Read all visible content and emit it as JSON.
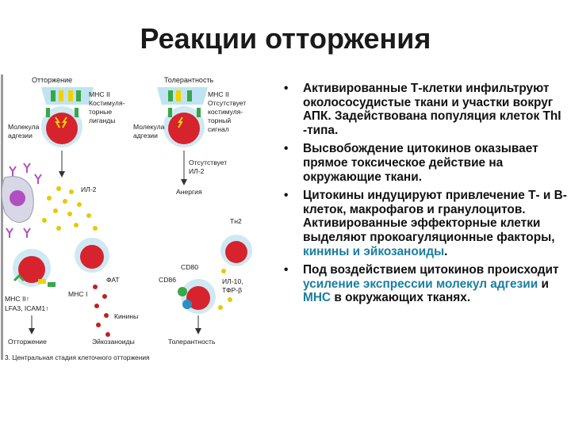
{
  "slide": {
    "title": "Реакции отторжения"
  },
  "figure": {
    "header_left": "Отторжение",
    "header_right": "Толерантность",
    "mhc_left": "МНС II",
    "costim_left_1": "Костимуля-",
    "costim_left_2": "торные",
    "costim_left_3": "лиганды",
    "adhesion_left_1": "Молекула",
    "adhesion_left_2": "адгезии",
    "mhc_right": "МНС II",
    "absent_costim_1": "Отсутствует",
    "absent_costim_2": "костимуля-",
    "absent_costim_3": "торный",
    "absent_costim_4": "сигнал",
    "adhesion_right_1": "Молекула",
    "adhesion_right_2": "адгезии",
    "absent_il2_1": "Отсутствует",
    "absent_il2_2": "ИЛ-2",
    "il2": "ИЛ-2",
    "anergy": "Анергия",
    "th2": "Тн2",
    "fat": "ФАТ",
    "cd80": "CD80",
    "cd86": "CD86",
    "mhc1": "МНС I",
    "mhc2_arrow": "МНС II↑",
    "lfa3": "LFA3, ICAM1↑",
    "kinins": "Кинины",
    "eicosanoids": "Эйкозаноиды",
    "il10_1": "ИЛ-10,",
    "il10_2": "ТФР-β",
    "rejection": "Отторжение",
    "tolerance": "Толерантность",
    "caption": "3. Центральная стадия клеточного отторжения"
  },
  "bullets": [
    {
      "marker": "•",
      "text": "Активированные Т-клетки инфильтруют околососудистые ткани и участки вокруг АПК. Задействована популяция клеток ThI -типа."
    },
    {
      "marker": "•",
      "text": "Высвобождение цитокинов оказывает прямое токсическое действие на окружающие ткани."
    },
    {
      "marker": "•",
      "text_1": "Цитокины индуцируют привлечение Т- и В-клеток, макрофагов и гранулоцитов. Активированные эффекторные клетки выделяют прокоагуляционные факторы, ",
      "text_hl": "кинины и эйкозаноиды",
      "text_2": "."
    },
    {
      "marker": "•",
      "text_1": "Под воздействием цитокинов происходит ",
      "text_hl_1": "усиление экспрессии молекул адгезии",
      "text_2": " и ",
      "text_hl_2": "МНС",
      "text_3": " в окружающих тканях."
    }
  ],
  "colors": {
    "cell_red": "#d6232e",
    "cell_halo": "#bfe3f0",
    "receptor_yellow": "#f1d200",
    "receptor_green": "#3aa64a",
    "dot_yellow": "#e8c800",
    "dot_red": "#c02020",
    "purple_cell": "#b24fc0",
    "highlight_text": "#1a7ea0"
  }
}
